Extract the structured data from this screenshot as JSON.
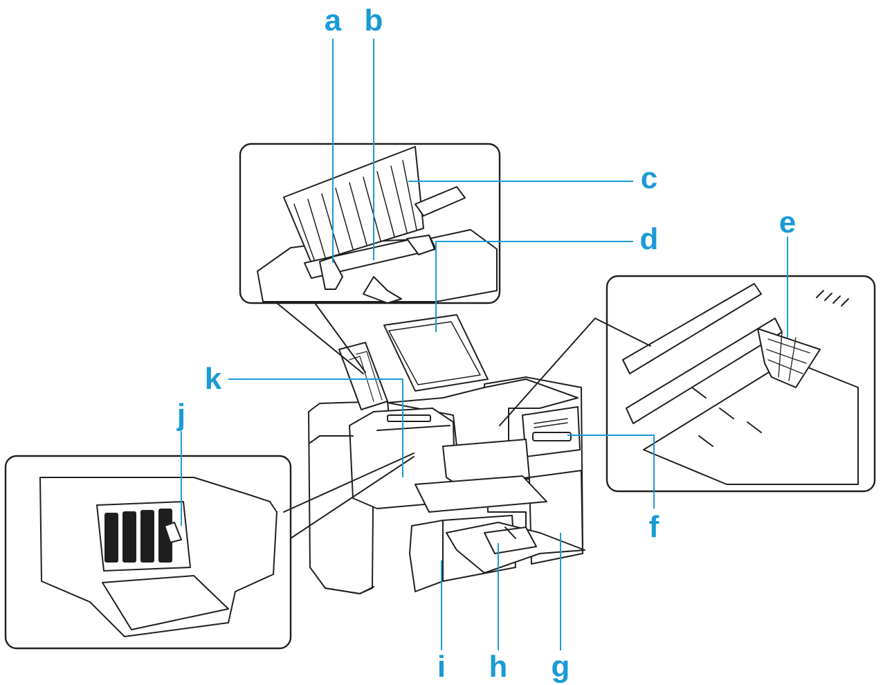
{
  "colors": {
    "callout": "#1a9ad6",
    "line_art": "#1e1e1e",
    "fill": "#ffffff"
  },
  "callouts": [
    {
      "key": "a",
      "label": "a"
    },
    {
      "key": "b",
      "label": "b"
    },
    {
      "key": "c",
      "label": "c"
    },
    {
      "key": "d",
      "label": "d"
    },
    {
      "key": "e",
      "label": "e"
    },
    {
      "key": "f",
      "label": "f"
    },
    {
      "key": "g",
      "label": "g"
    },
    {
      "key": "h",
      "label": "h"
    },
    {
      "key": "i",
      "label": "i"
    },
    {
      "key": "j",
      "label": "j"
    },
    {
      "key": "k",
      "label": "k"
    }
  ]
}
